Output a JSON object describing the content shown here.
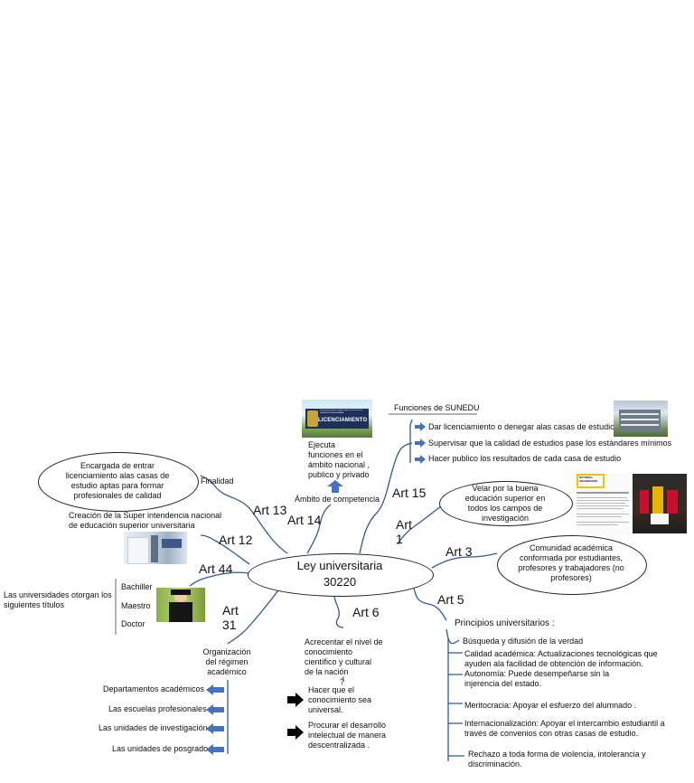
{
  "center": {
    "title": "Ley universitaria",
    "number": "30220"
  },
  "arts": {
    "a13": "Art 13",
    "a14": "Art 14",
    "a15": "Art 15",
    "a1": "Art\n1",
    "a12": "Art 12",
    "a3": "Art 3",
    "a44": "Art 44",
    "a5": "Art 5",
    "a31": "Art\n31",
    "a6": "Art 6"
  },
  "sunedu": {
    "heading": "Funciones de SUNEDU",
    "items": [
      "Dar licenciamiento o denegar alas casas de estudio",
      "Supervisar que la calidad de estudios pase los estándares mínimos",
      "Hacer publico los resultados de cada casa de estudio"
    ]
  },
  "licensing_sign": {
    "top": "SUPERINTENDENCIA NACIONAL DE EDUCACIÓN SUPERIOR UNIVERSITARIA",
    "word": "LICENCIAMIENTO"
  },
  "art14": {
    "function": "Ejecuta\nfunciones en el\námbito nacional ,\npublico y privado",
    "label": "Ámbito de competencia"
  },
  "art13": {
    "ellipse": "Encargada de entrar\nlicenciamiento alas casas de\nestudio aptas para formar\nprofesionales de calidad",
    "label": "Finalidad"
  },
  "art12": {
    "text": "Creación de la Super intendencia nacional\nde educación superior universitaria"
  },
  "art1": {
    "ellipse": "Velar por la buena\neducación superior en\ntodos los campos de\ninvestigación",
    "badge": "NATIONAL\nGEOGRAPHIC"
  },
  "art3": {
    "ellipse": "Comunidad académica\nconformada por estudiantes,\nprofesores y trabajadores (no\nprofesores)"
  },
  "art44": {
    "intro": "Las universidades otorgan los\nsiguientes títulos",
    "titles": [
      "Bachiller",
      "Maestro",
      "Doctor"
    ]
  },
  "art31": {
    "heading": "Organización\ndel régimen\nacadémico",
    "items": [
      "Departamentos académicos",
      "Las escuelas profesionales",
      "Las unidades de investigación",
      "Las unidades de posgrado"
    ]
  },
  "art6": {
    "heading": "Acrecentar el nivel de\nconocimiento\ncientífico y cultural\nde la nación",
    "q": "?",
    "items": [
      "Hacer que el\nconocimiento sea\nuniversal.",
      "Procurar el desarrollo\nintelectual de manera\ndescentralizada ."
    ]
  },
  "art5": {
    "heading": "Principios universitarios :",
    "items": [
      "Búsqueda y difusión de la verdad",
      "Calidad académica: Actualizaciones tecnológicas que\nayuden ala facilidad de obtención de información.",
      "Autonomía: Puede desempeñarse sin la\ninjerencia del estado.",
      "Meritocracia: Apoyar el esfuerzo del alumnado .",
      "Internacionalización: Apoyar el intercambio estudiantil a\ntravés de convenios con otras casas de estudio.",
      "Rechazo a toda forma de violencia, intolerancia y\ndiscriminación."
    ]
  },
  "colors": {
    "line": "#2e5b9a",
    "arrow": "#4472c4",
    "black": "#000000"
  }
}
